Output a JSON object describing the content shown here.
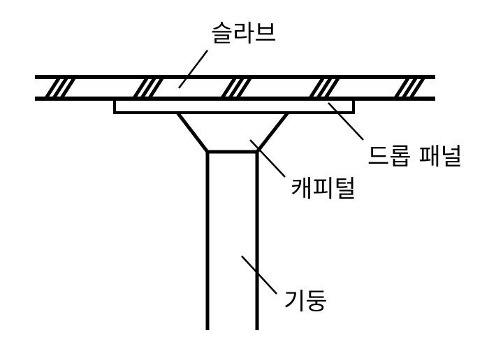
{
  "labels": {
    "slab": "슬라브",
    "drop_panel": "드롭 패널",
    "capital": "캐피털",
    "column": "기둥"
  },
  "colors": {
    "line": "#000000",
    "background": "#ffffff"
  }
}
